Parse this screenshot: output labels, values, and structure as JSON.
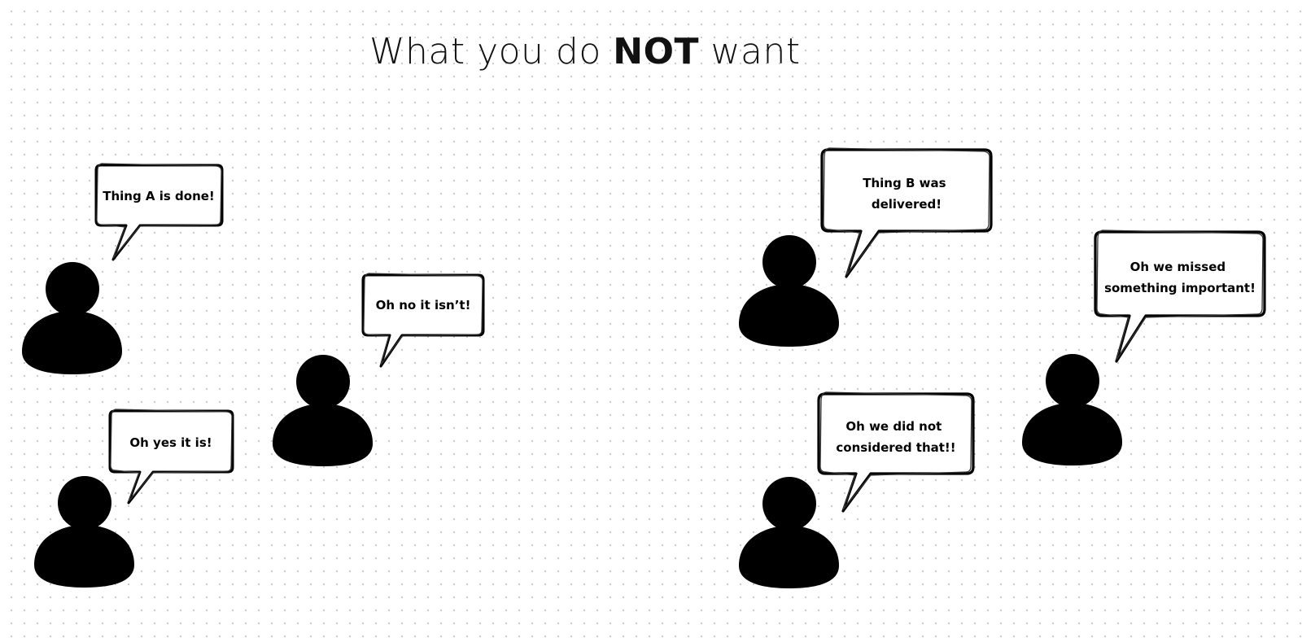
{
  "title": {
    "prefix": "What you do",
    "emphasis": "NOT",
    "suffix": "want"
  },
  "bubbles": [
    {
      "id": "a",
      "lines": [
        "Thing A is done!"
      ]
    },
    {
      "id": "b",
      "lines": [
        "Oh yes it is!"
      ]
    },
    {
      "id": "c",
      "lines": [
        "Oh no it isn’t!"
      ]
    },
    {
      "id": "d",
      "lines": [
        "Thing B was",
        "delivered!"
      ]
    },
    {
      "id": "e",
      "lines": [
        "Oh we did not",
        "considered that!!"
      ]
    },
    {
      "id": "f",
      "lines": [
        "Oh we missed",
        "something important!"
      ]
    }
  ],
  "colors": {
    "ink": "#000000",
    "bubble_fill": "#ffffff",
    "dot_grid": "#c9c9c9"
  },
  "icons": [
    "person-icon",
    "speech-bubble-icon"
  ]
}
